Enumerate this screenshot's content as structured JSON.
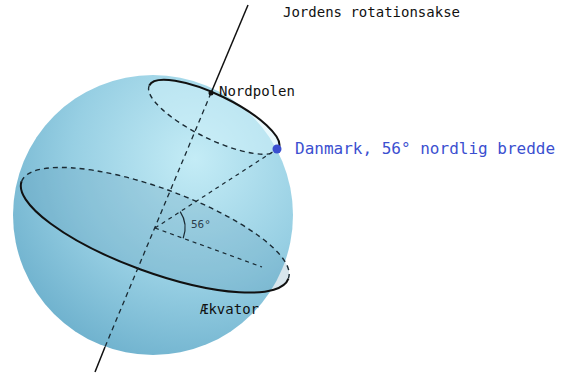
{
  "diagram": {
    "labels": [
      "Jordens rotationsakse",
      "Nordpolen",
      "Danmark, 56° nordlig bredde",
      "56°",
      "Ækvator"
    ]
  }
}
